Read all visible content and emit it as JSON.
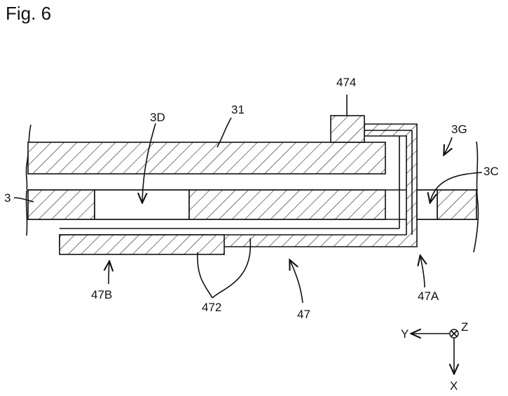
{
  "figure": {
    "title": "Fig. 6"
  },
  "labels": {
    "l474": "474",
    "l31": "31",
    "l3D": "3D",
    "l3G": "3G",
    "l3C": "3C",
    "l3": "3",
    "l47B": "47B",
    "l472": "472",
    "l47": "47",
    "l47A": "47A"
  },
  "axes": {
    "y": "Y",
    "z": "Z",
    "x": "X"
  }
}
